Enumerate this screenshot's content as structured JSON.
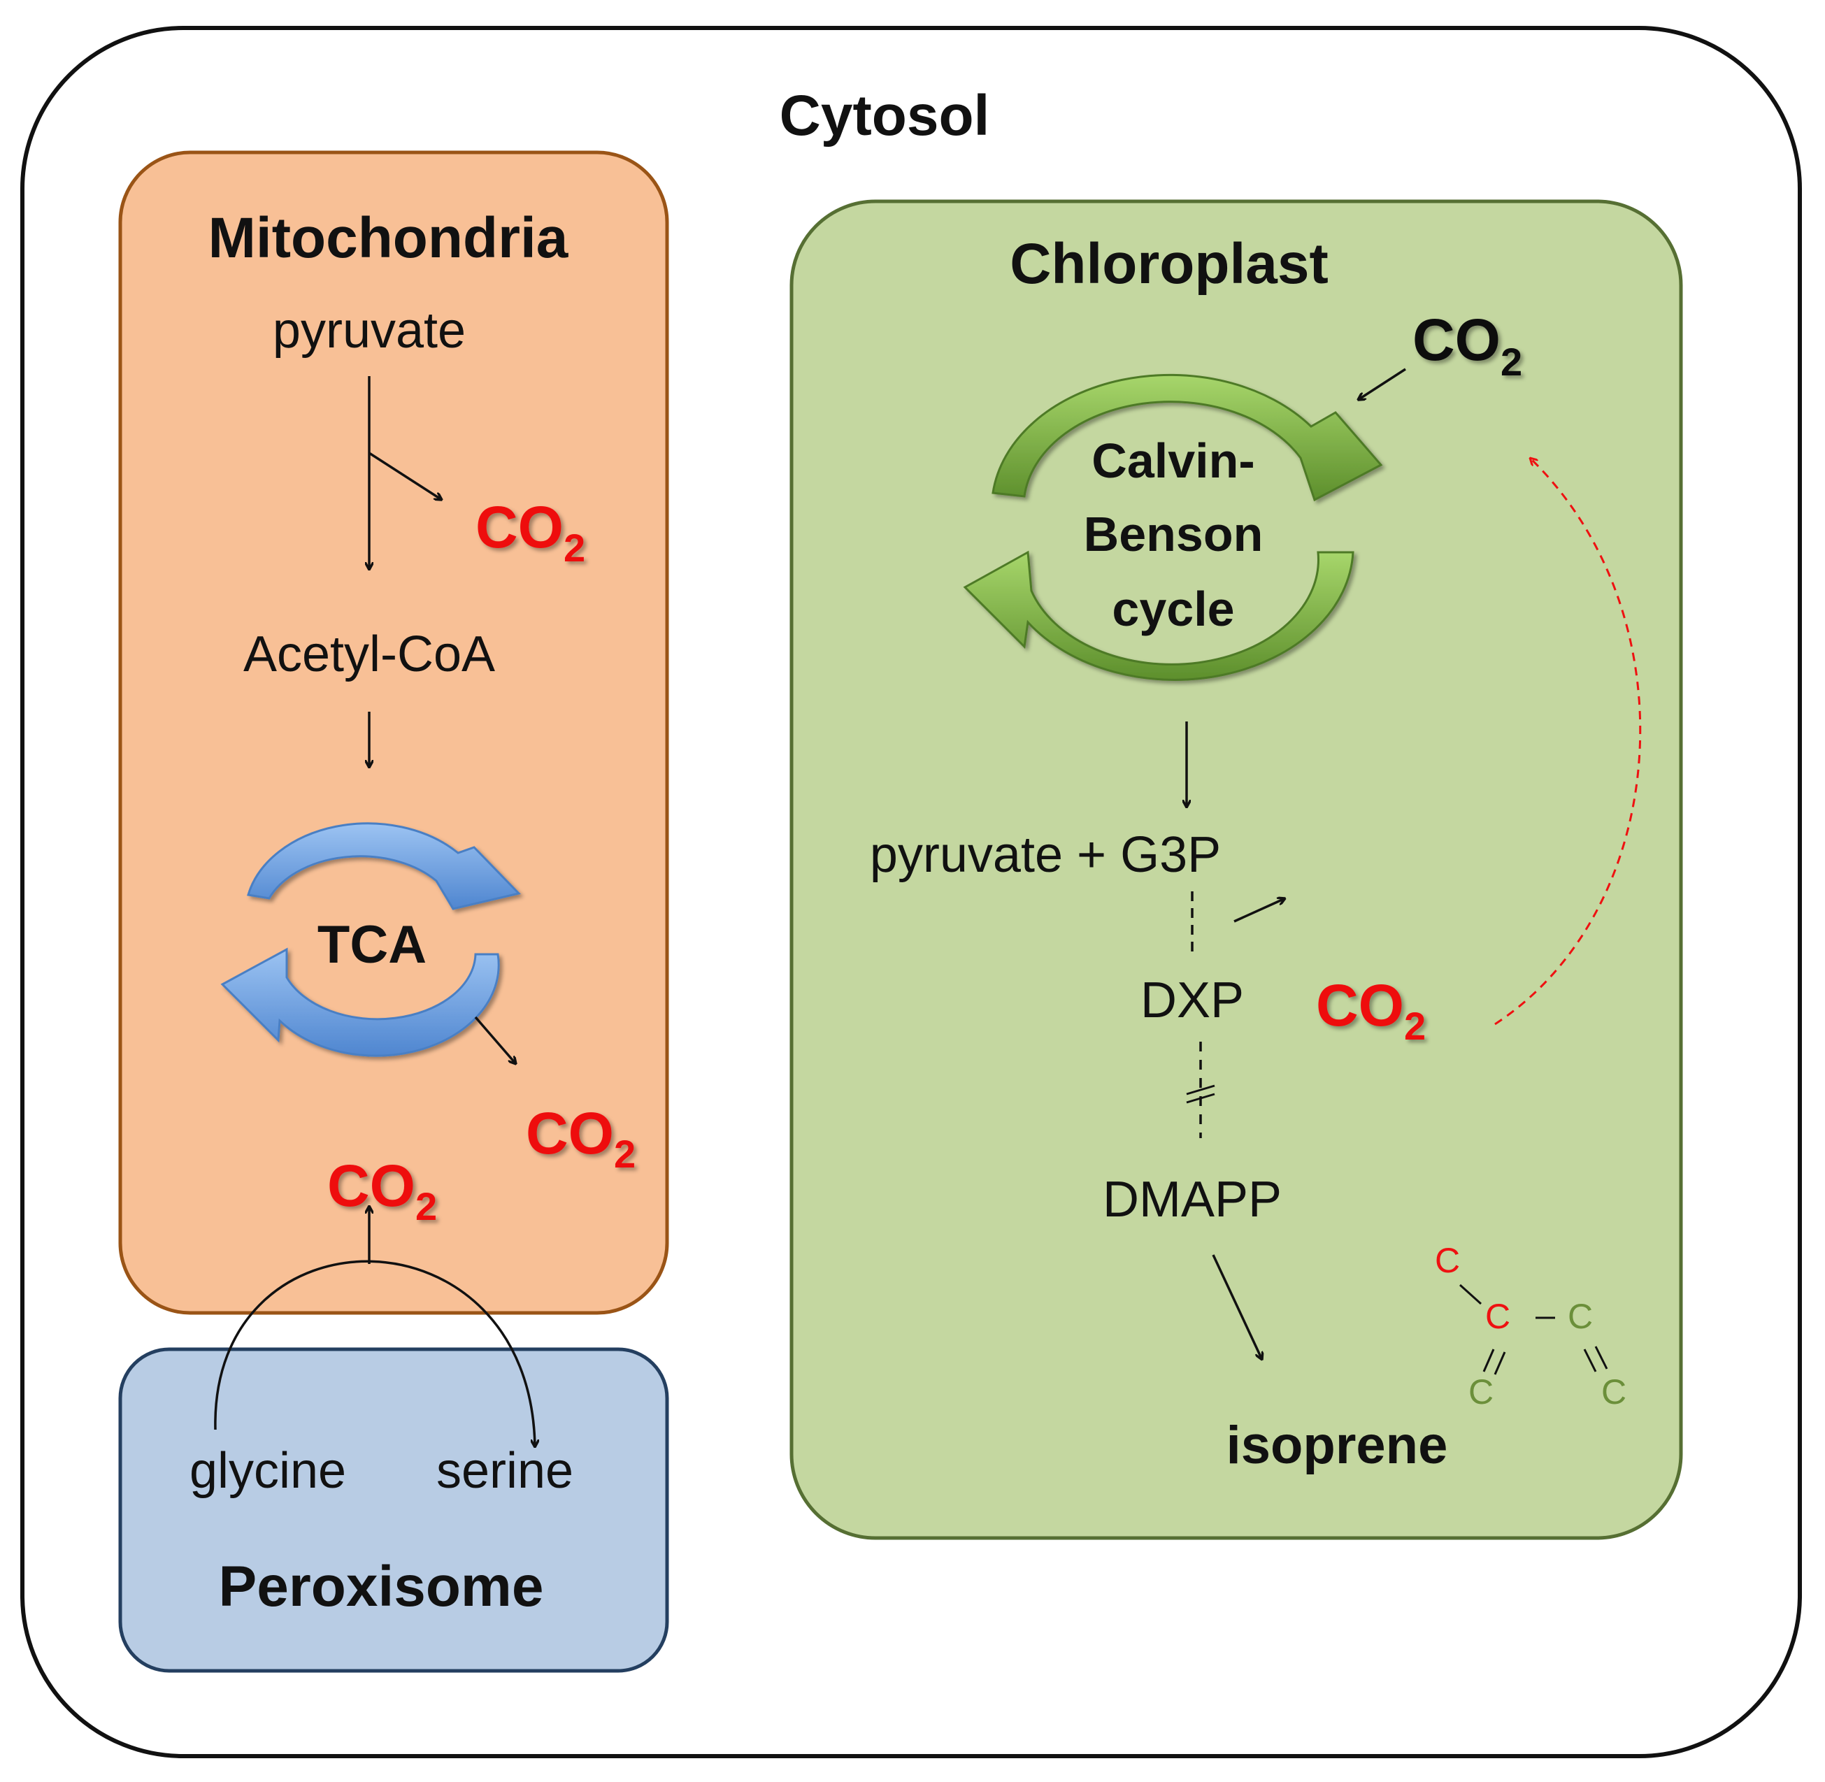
{
  "compartments": {
    "cytosol": "Cytosol",
    "mitochondria": "Mitochondria",
    "chloroplast": "Chloroplast",
    "peroxisome": "Peroxisome"
  },
  "mitochondria": {
    "pyruvate": "pyruvate",
    "acetyl_coa": "Acetyl-CoA",
    "cycle": "TCA",
    "co2_1": "CO",
    "co2_2": "CO",
    "co2_3": "CO",
    "subscript": "2"
  },
  "peroxisome": {
    "glycine": "glycine",
    "serine": "serine"
  },
  "chloroplast": {
    "co2_in": "CO",
    "cycle_line1": "Calvin-",
    "cycle_line2": "Benson",
    "cycle_line3": "cycle",
    "substrates": "pyruvate + G3P",
    "dxp": "DXP",
    "co2_out": "CO",
    "dmapp": "DMAPP",
    "product": "isoprene",
    "subscript": "2",
    "structure_atom": "C"
  },
  "colors": {
    "mitochondria_fill": "#f8c096",
    "mitochondria_border": "#9a5416",
    "chloroplast_fill": "#c4d7a0",
    "chloroplast_border": "#566f33",
    "peroxisome_fill": "#b8cce4",
    "peroxisome_border": "#243f60",
    "tca_arrow": "#6a9fe0",
    "calvin_arrow": "#7cb342",
    "co2_red": "#ee1111"
  }
}
